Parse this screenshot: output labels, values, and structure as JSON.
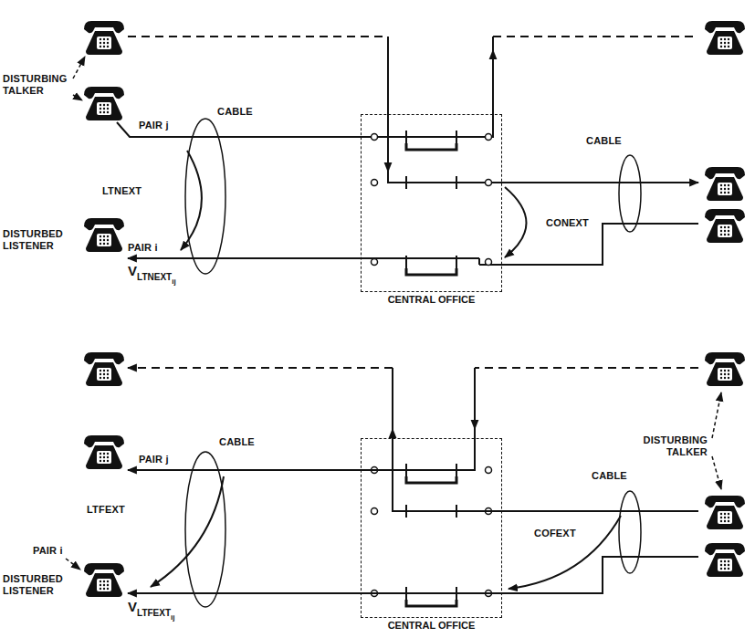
{
  "diagram": {
    "nodes": [
      {
        "text": [
          "CENTRAL OFFICE"
        ]
      },
      {
        "text": [
          "CENTRAL OFFICE"
        ]
      }
    ],
    "labels": [
      "DISTURBING TALKER",
      "PAIR j",
      "CABLE",
      "LTNEXT",
      "PAIR i",
      "DISTURBED LISTENER",
      "V",
      "LTNEXT",
      "ij",
      "CABLE",
      "CONEXT",
      "CABLE",
      "PAIR j",
      "LTFEXT",
      "DISTURBED LISTENER",
      "PAIR i",
      "V",
      "LTFEXT",
      "ij",
      "DISTURBING TALKER",
      "CABLE",
      "COFEXT"
    ]
  }
}
